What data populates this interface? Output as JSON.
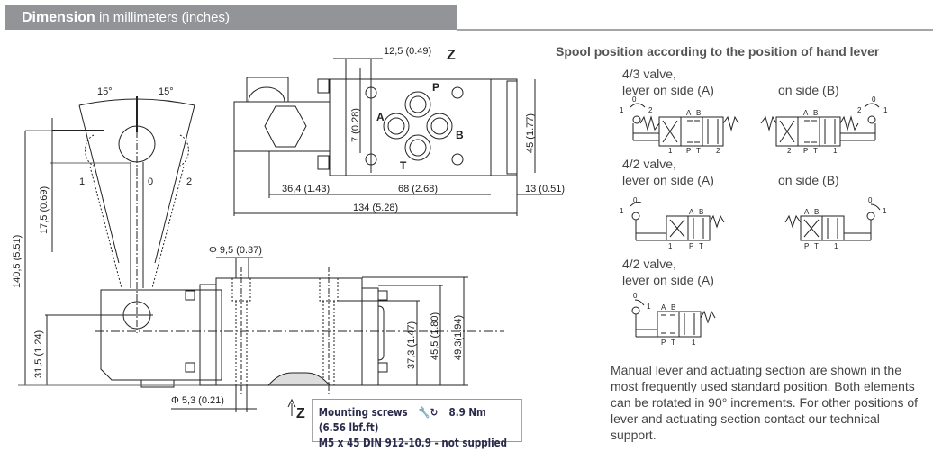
{
  "header": {
    "title_bold": "Dimension",
    "title_rest": " in millimeters (inches)",
    "bar_color": "#939497"
  },
  "lever_view": {
    "angle_left": "15°",
    "angle_right": "15°",
    "positions": [
      "1",
      "0",
      "2"
    ],
    "dims": {
      "height_total": "140,5 (5.51)",
      "knob": "17,5 (0.69)",
      "pivot": "31,5 (1.24)"
    }
  },
  "top_view": {
    "view_label": "Z",
    "ports": [
      "P",
      "A",
      "B",
      "T"
    ],
    "dims": {
      "offset": "12,5 (0.49)",
      "hole": "7 (0.28)",
      "height": "45 (1.77)",
      "lever_offset": "36,4 (1.43)",
      "body": "68 (2.68)",
      "end": "13 (0.51)",
      "total": "134 (5.28)"
    }
  },
  "side_view": {
    "view_arrow": "Z",
    "dims": {
      "counterbore": "Φ 9,5 (0.37)",
      "bore": "Φ 5,3 (0.21)",
      "h1": "37,3 (1.47)",
      "h2": "45,5 (1.80)",
      "h3": "49,3(1.94)"
    }
  },
  "mounting": {
    "line1_label": "Mounting screws",
    "torque": "8.9 Nm (6.56 lbf.ft)",
    "line2": "M5 x 45 DIN 912-10.9 - not supplied",
    "icon": "torque-wrench-icon"
  },
  "spool": {
    "title": "Spool position according to the position of hand lever",
    "groups": [
      {
        "type": "4/3 valve,",
        "side_a": "lever on side (A)",
        "side_b": "on side (B)"
      },
      {
        "type": "4/2 valve,",
        "side_a": "lever on side (A)",
        "side_b": "on side (B)"
      },
      {
        "type": "4/2 valve,",
        "side_a": "lever on side (A)"
      }
    ],
    "symbol_labels": {
      "A": "A",
      "B": "B",
      "P": "P",
      "T": "T",
      "one": "1",
      "two": "2",
      "zero": "0"
    }
  },
  "note": "Manual lever and actuating section are shown in the most frequently used standard position. Both elements can be rotated in 90° increments. For other positions of lever and actuating section contact our technical support."
}
